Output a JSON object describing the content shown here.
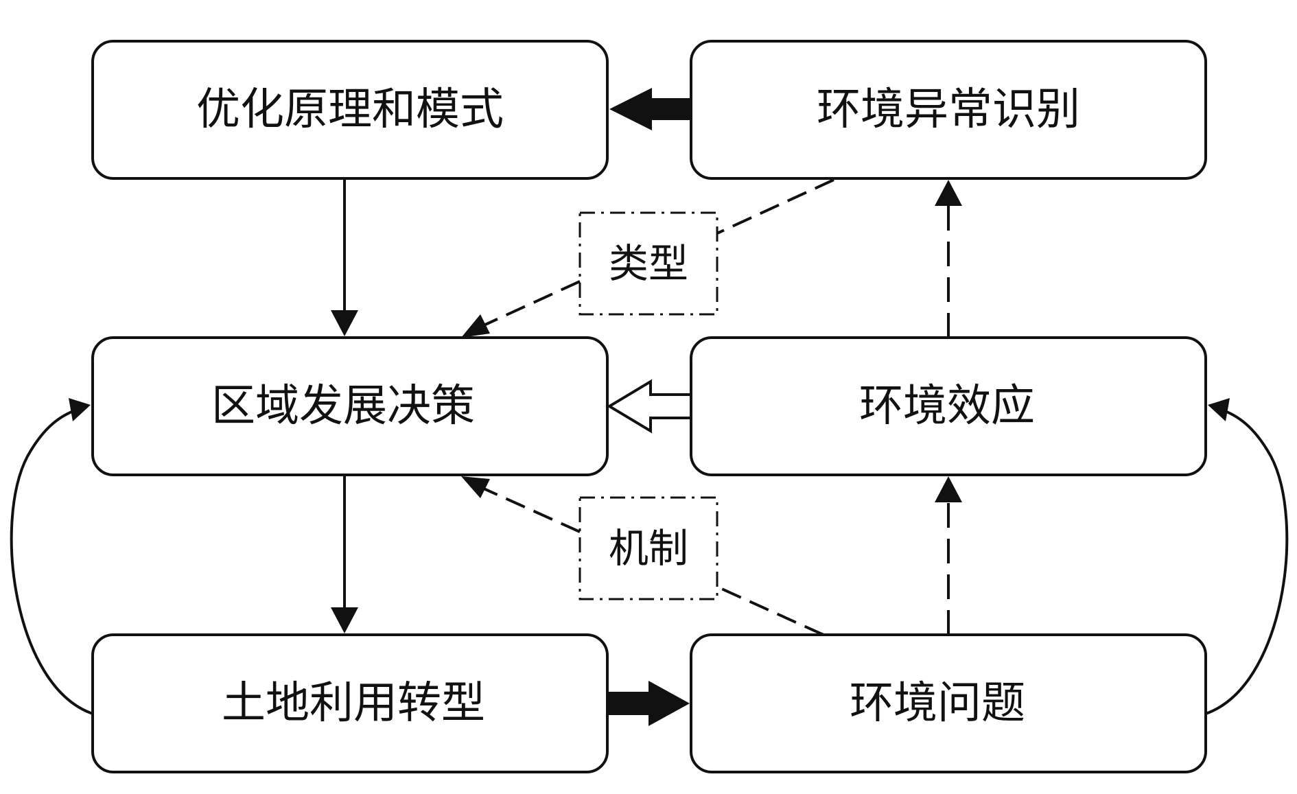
{
  "boxes": {
    "optimization": "优化原理和模式",
    "env_anomaly": "环境异常识别",
    "regional_decision": "区域发展决策",
    "env_effect": "环境效应",
    "land_use": "土地利用转型",
    "env_problem": "环境问题"
  },
  "tags": {
    "type": "类型",
    "mechanism": "机制"
  }
}
